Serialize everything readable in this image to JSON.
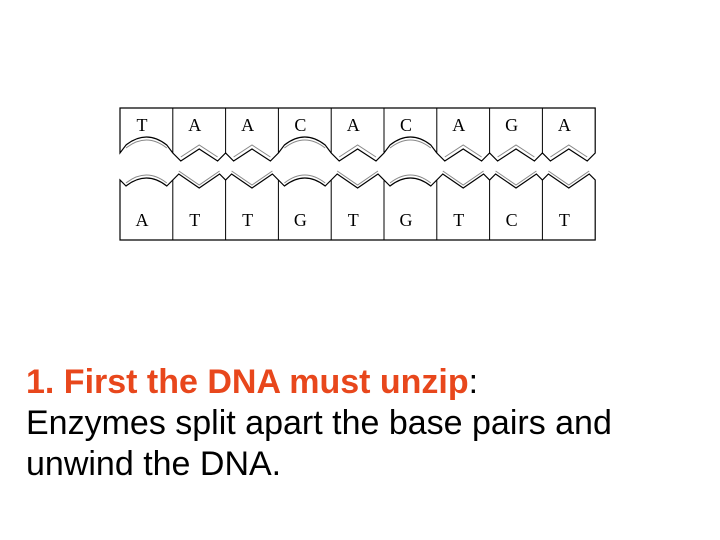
{
  "diagram": {
    "top_strand": [
      "T",
      "A",
      "A",
      "C",
      "A",
      "C",
      "A",
      "G",
      "A"
    ],
    "bottom_strand": [
      "A",
      "T",
      "T",
      "G",
      "T",
      "G",
      "T",
      "C",
      "T"
    ]
  },
  "caption": {
    "heading": "1. First the DNA must unzip",
    "colon": ":",
    "line2": "Enzymes split apart the base pairs and",
    "line3": "unwind the DNA."
  },
  "colors": {
    "heading": "#e8471c",
    "stroke": "#000000",
    "backbone_accent": "#888888"
  }
}
